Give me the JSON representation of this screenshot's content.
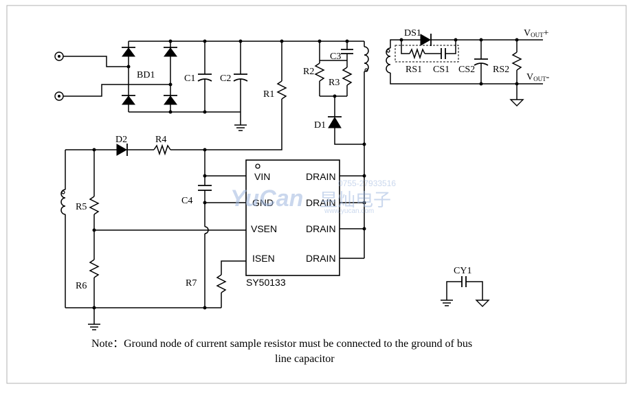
{
  "components": {
    "bd1": "BD1",
    "c1": "C1",
    "c2": "C2",
    "r1": "R1",
    "r2": "R2",
    "c3": "C3",
    "r3": "R3",
    "d1": "D1",
    "d2": "D2",
    "r4": "R4",
    "c4": "C4",
    "r5": "R5",
    "r6": "R6",
    "r7": "R7",
    "ds1": "DS1",
    "rs1": "RS1",
    "cs1": "CS1",
    "cs2": "CS2",
    "rs2": "RS2",
    "cy1": "CY1"
  },
  "output": {
    "vout_plus": "V",
    "vout_plus_sub": "OUT",
    "vout_plus_sign": "+",
    "vout_minus": "V",
    "vout_minus_sub": "OUT",
    "vout_minus_sign": "-"
  },
  "ic": {
    "part_number": "SY50133",
    "pins_left": [
      "VIN",
      "GND",
      "VSEN",
      "ISEN"
    ],
    "pins_right": [
      "DRAIN",
      "DRAIN",
      "DRAIN",
      "DRAIN"
    ]
  },
  "watermark": {
    "brand": "YuCan",
    "chinese": "昱灿电子",
    "phone": "0755-27933516",
    "url": "www.yucan.com"
  },
  "note": {
    "line1": "Note：Ground node of current sample resistor must be connected to the ground of bus",
    "line2": "line capacitor"
  }
}
